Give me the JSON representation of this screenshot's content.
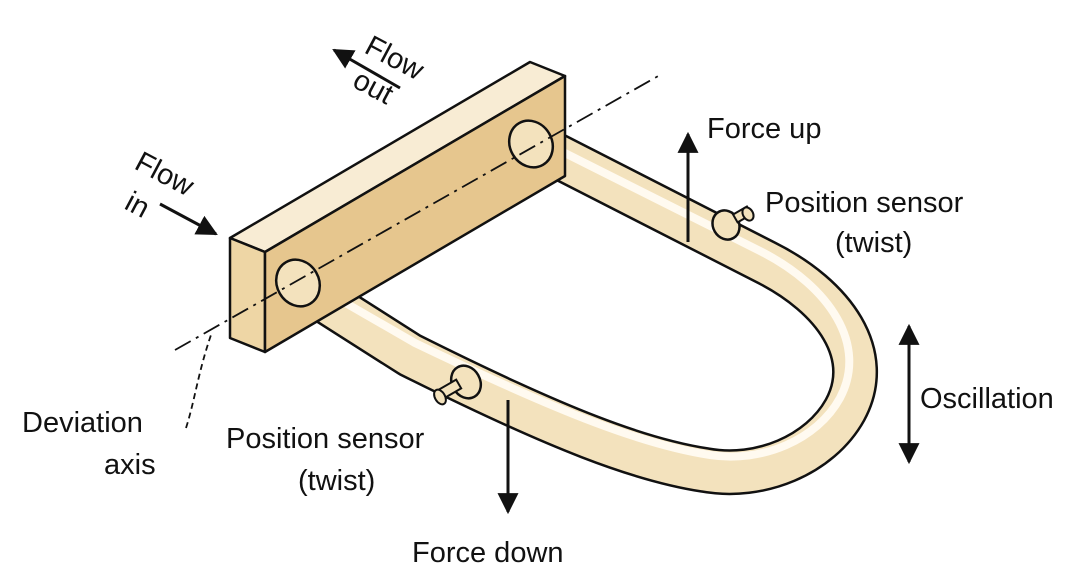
{
  "labels": {
    "flow_out_1": "Flow",
    "flow_out_2": "out",
    "flow_in_1": "Flow",
    "flow_in_2": "in",
    "force_up": "Force up",
    "position_sensor_right_1": "Position sensor",
    "position_sensor_right_2": "(twist)",
    "oscillation": "Oscillation",
    "deviation_1": "Deviation",
    "deviation_2": "axis",
    "position_sensor_left_1": "Position sensor",
    "position_sensor_left_2": "(twist)",
    "force_down": "Force down"
  },
  "colors": {
    "tube": "#f3e2bd",
    "tube_highlight": "#fffaf0",
    "tube_shadow": "#d9b982",
    "plate_front": "#eed6a5",
    "plate_top": "#f8ecd4",
    "plate_side": "#d8b27a",
    "line": "#111111"
  }
}
